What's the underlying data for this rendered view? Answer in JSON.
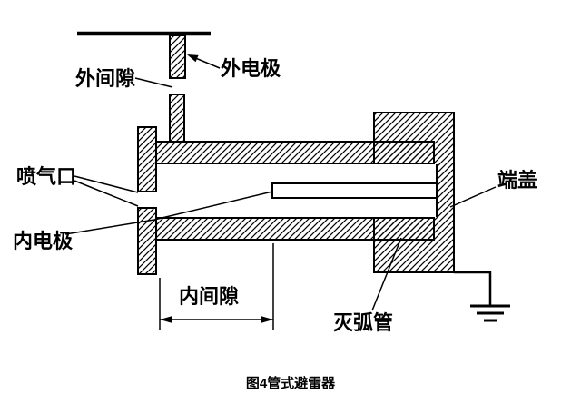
{
  "figure": {
    "caption": "图4管式避雷器",
    "labels": {
      "outer_gap": "外间隙",
      "outer_electrode": "外电极",
      "gas_port": "喷气口",
      "inner_electrode": "内电极",
      "inner_gap": "内间隙",
      "arc_tube": "灭弧管",
      "end_cap": "端盖"
    },
    "colors": {
      "line": "#000000",
      "background": "#ffffff"
    }
  }
}
